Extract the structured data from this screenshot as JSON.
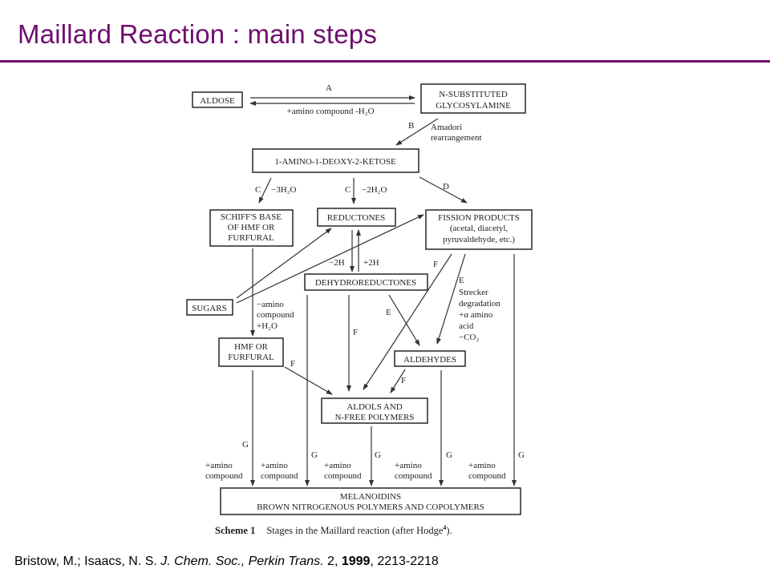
{
  "slide": {
    "title": "Maillard Reaction : main steps",
    "accent_color": "#6e0f6e"
  },
  "scheme": {
    "nodes": {
      "aldose": "ALDOSE",
      "glycosylamine_1": "N-SUBSTITUTED",
      "glycosylamine_2": "GLYCOSYLAMINE",
      "ketose": "1-AMINO-1-DEOXY-2-KETOSE",
      "schiff_1": "SCHIFF'S BASE",
      "schiff_2": "OF HMF OR",
      "schiff_3": "FURFURAL",
      "reductones": "REDUCTONES",
      "fission_1": "FISSION PRODUCTS",
      "fission_2": "(acetal, diacetyl,",
      "fission_3": "pyruvaldehyde, etc.)",
      "dehydroreductones": "DEHYDROREDUCTONES",
      "sugars": "SUGARS",
      "hmf_1": "HMF OR",
      "hmf_2": "FURFURAL",
      "aldehydes": "ALDEHYDES",
      "aldols_1": "ALDOLS AND",
      "aldols_2": "N-FREE POLYMERS",
      "melanoidins_1": "MELANOIDINS",
      "melanoidins_2": "BROWN NITROGENOUS POLYMERS AND COPOLYMERS"
    },
    "labels": {
      "A": "A",
      "amino_h2o": "+amino compound -H₂O",
      "B": "B",
      "amadori_1": "Amadori",
      "amadori_2": "rearrangement",
      "C": "C",
      "minus_3h2o": "−3H₂O",
      "minus_2h2o": "−2H₂O",
      "D": "D",
      "minus_2h": "−2H",
      "plus_2h": "+2H",
      "E": "E",
      "F": "F",
      "G": "G",
      "minus_amino_1": "−amino",
      "minus_amino_2": "compound",
      "minus_amino_3": "+H₂O",
      "strecker_1": "Strecker",
      "strecker_2": "degradation",
      "strecker_3": "+α amino",
      "strecker_4": "acid",
      "strecker_5": "−CO₂",
      "plus_amino_1": "+amino",
      "plus_amino_2": "compound"
    },
    "caption_label": "Scheme 1",
    "caption_text": "Stages in the Maillard reaction (after Hodge",
    "caption_ref": "4",
    "caption_end": ")."
  },
  "citation": {
    "authors": "Bristow, M.; Isaacs, N. S. ",
    "journal": "J. Chem. Soc., Perkin Trans.",
    "series": " 2, ",
    "year": "1999",
    "pages": ", 2213-2218"
  }
}
